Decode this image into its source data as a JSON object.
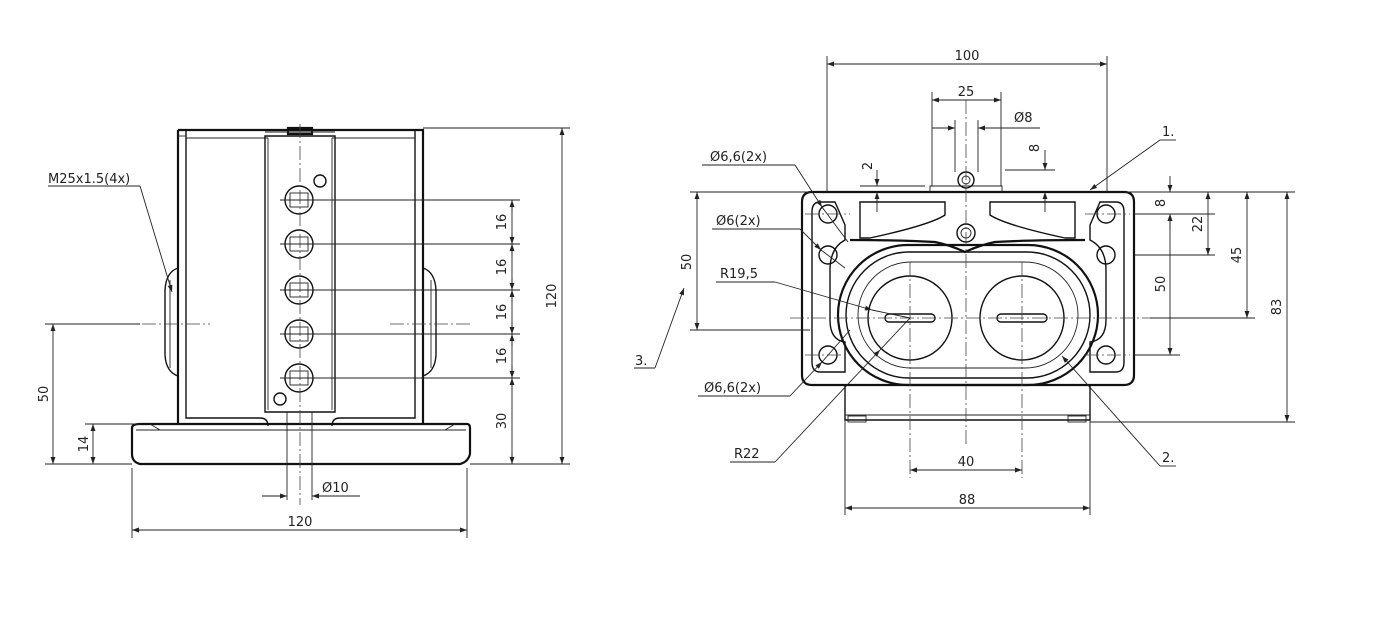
{
  "left_view": {
    "dims": {
      "thread": "M25x1.5(4x)",
      "pitch_1": "16",
      "pitch_2": "16",
      "pitch_3": "16",
      "pitch_4": "16",
      "bottom_offset": "30",
      "height_total": "120",
      "axis_height": "50",
      "base_height": "14",
      "hole_dia": "10",
      "width_total": "120"
    }
  },
  "right_view": {
    "dims": {
      "width_top": "100",
      "spacing_25": "25",
      "dia_8": "8",
      "height_8": "8",
      "height_2": "2",
      "hole_66_top": "6,6(2x)",
      "hole_6": "6(2x)",
      "radius_195": "R19,5",
      "left_50": "50",
      "hole_66_bottom": "6,6(2x)",
      "radius_22": "R22",
      "spacing_40": "40",
      "width_88": "88",
      "right_8": "8",
      "right_22": "22",
      "right_45": "45",
      "right_50": "50",
      "right_83": "83"
    },
    "callouts": {
      "c1": "1.",
      "c2": "2.",
      "c3": "3."
    },
    "dia_symbol": "Ø"
  }
}
